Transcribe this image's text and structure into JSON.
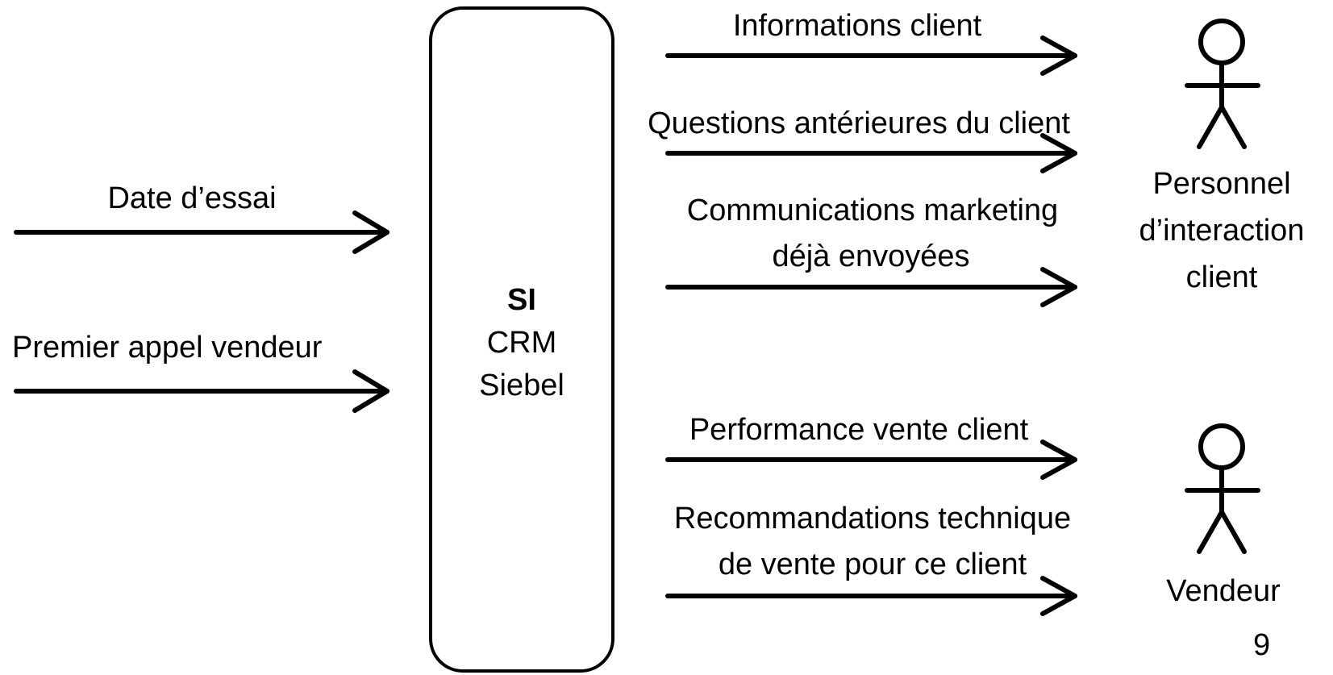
{
  "system": {
    "title": "SI",
    "line1": "CRM",
    "line2": "Siebel"
  },
  "inputs": [
    {
      "label": "Date d’essai"
    },
    {
      "label": "Premier appel vendeur"
    }
  ],
  "outputs": [
    {
      "lines": [
        "Informations client"
      ]
    },
    {
      "lines": [
        "Questions antérieures du client"
      ]
    },
    {
      "lines": [
        "Communications marketing",
        "déjà envoyées"
      ]
    },
    {
      "lines": [
        "Performance vente client"
      ]
    },
    {
      "lines": [
        "Recommandations technique",
        "de vente pour ce client"
      ]
    }
  ],
  "actors": [
    {
      "lines": [
        "Personnel",
        "d’interaction",
        "client"
      ]
    },
    {
      "lines": [
        "Vendeur"
      ]
    }
  ],
  "page_number": "9"
}
